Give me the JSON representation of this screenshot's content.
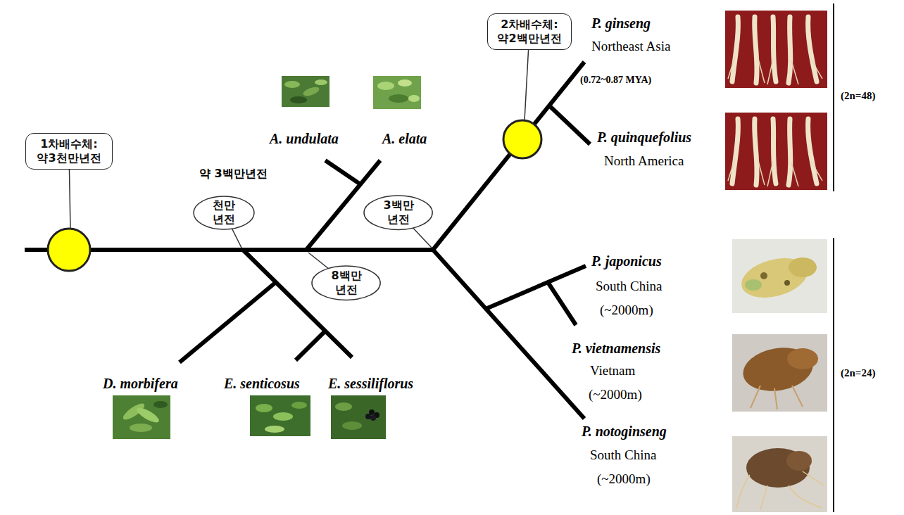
{
  "diagram": {
    "nodes": [
      {
        "text": [
          "2차배수체: 약2백만년전"
        ]
      },
      {
        "text": [
          "1차배수체: 약3천만년전"
        ]
      },
      {
        "text": [
          "천만 년전"
        ]
      },
      {
        "text": [
          "3백만 년전"
        ]
      },
      {
        "text": [
          "8백만 년전"
        ]
      }
    ],
    "labels": [
      "약 3백만년전",
      "A. undulata",
      "A. elata",
      "P. ginseng",
      "Northeast Asia",
      "(0.72~0.87 MYA)",
      "P. quinquefolius",
      "North America",
      "P. japonicus",
      "South China",
      "(~2000m)",
      "P. vietnamensis",
      "Vietnam",
      "(~2000m)",
      "P. notoginseng",
      "South China",
      "(~2000m)",
      "D. morbifera",
      "E. senticosus",
      "E. sessiliflorus",
      "(2n=48)",
      "(2n=24)"
    ]
  }
}
